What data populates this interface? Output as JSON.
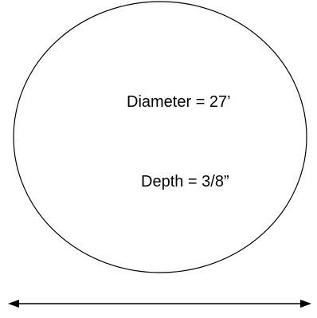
{
  "diagram": {
    "diameter_label": "Diameter = 27’",
    "depth_label": "Depth = 3/8”",
    "stroke_color": "#000000",
    "background_color": "#ffffff",
    "shapes": [
      "circle",
      "double-headed-arrow"
    ]
  }
}
